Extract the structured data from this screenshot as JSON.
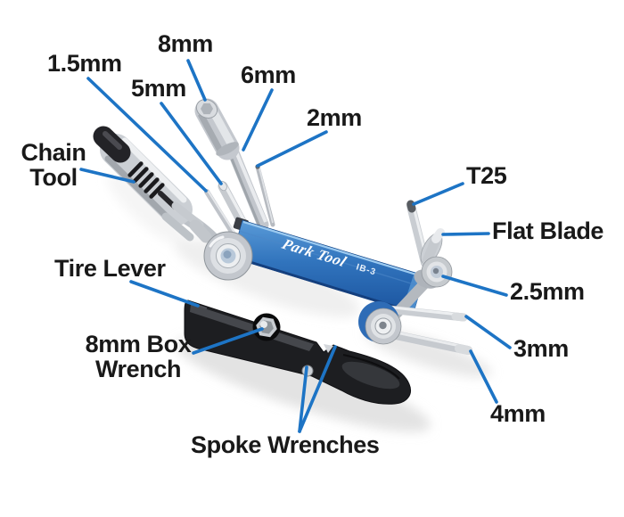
{
  "product": {
    "brand": "Park Tool",
    "model": "IB-3"
  },
  "colors": {
    "background": "#ffffff",
    "callout_line": "#1d74c5",
    "label_text": "#191919",
    "body_blue": "#2e6cb6",
    "chrome": "#c9cdd2",
    "lever_black": "#1d1e21",
    "logo_text": "#ffffff"
  },
  "labels": {
    "chain_tool": "Chain Tool",
    "hex_1_5": "1.5mm",
    "hex_5": "5mm",
    "hex_8": "8mm",
    "hex_6": "6mm",
    "hex_2": "2mm",
    "t25": "T25",
    "flat_blade": "Flat Blade",
    "hex_2_5": "2.5mm",
    "hex_3": "3mm",
    "hex_4": "4mm",
    "tire_lever": "Tire Lever",
    "box_wrench_8": "8mm Box Wrench",
    "spoke_wrenches": "Spoke Wrenches"
  }
}
